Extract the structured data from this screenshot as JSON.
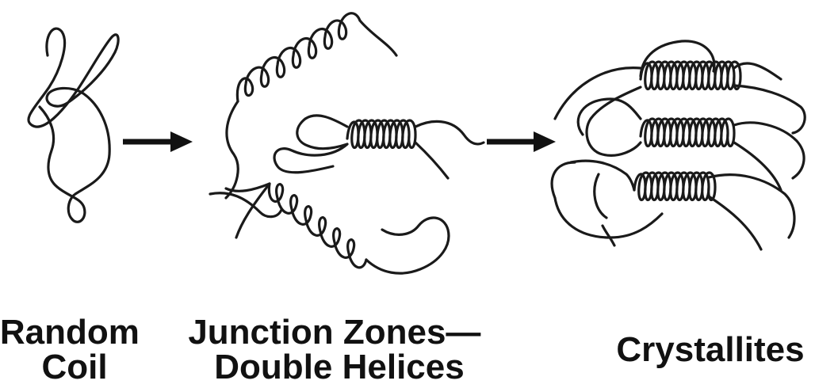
{
  "stages": [
    {
      "label_lines": [
        "Random",
        "Coil"
      ]
    },
    {
      "label_lines": [
        "Junction Zones—",
        "Double Helices"
      ]
    },
    {
      "label_lines": [
        "Crystallites"
      ]
    }
  ],
  "colors": {
    "ink": "#1a1a1a",
    "background": "#ffffff"
  }
}
